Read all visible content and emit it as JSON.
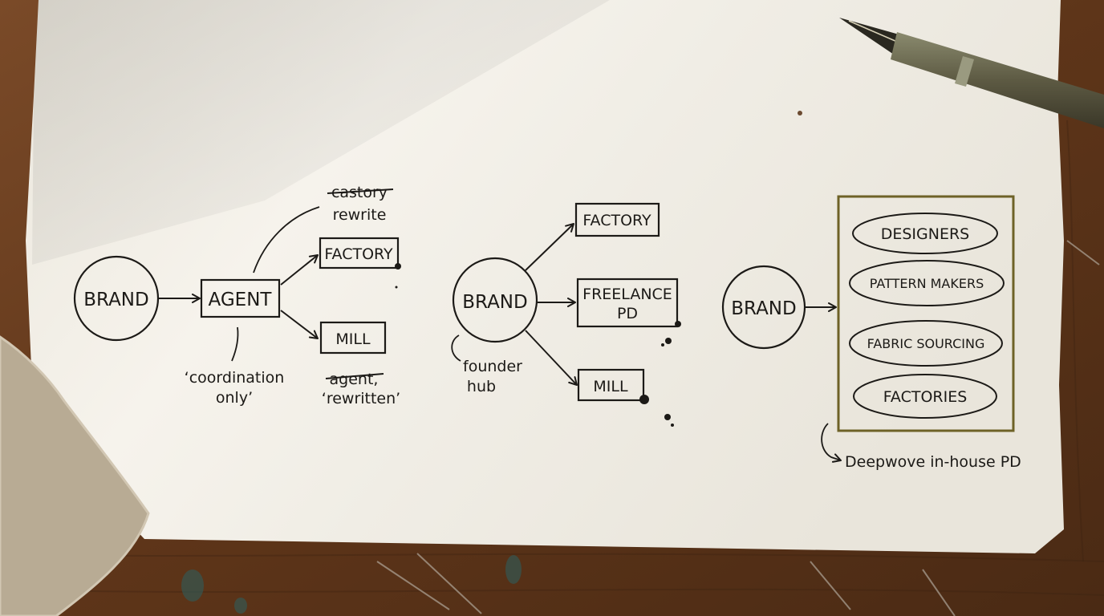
{
  "diagram_1": {
    "brand": "BRAND",
    "agent": "AGENT",
    "factory": "FACTORY",
    "mill": "MILL",
    "struck_note": "castory",
    "note_rewrite": "rewrite",
    "note_coordination_line1": "‘coordination",
    "note_coordination_line2": "only’",
    "struck_agent": "agent,",
    "note_rewritten": "‘rewritten’"
  },
  "diagram_2": {
    "brand": "BRAND",
    "factory": "FACTORY",
    "freelance_line1": "FREELANCE",
    "freelance_line2": "PD",
    "mill": "MILL",
    "note_line1": "founder",
    "note_line2": "hub"
  },
  "diagram_3": {
    "brand": "BRAND",
    "roles": [
      "DESIGNERS",
      "PATTERN MAKERS",
      "FABRIC SOURCING",
      "FACTORIES"
    ],
    "caption": "Deepwove in-house PD"
  },
  "colors": {
    "ink": "#1c1a17",
    "paper": "#f1eee6",
    "desk": "#6b3f22",
    "box_border": "#6e6227",
    "fabric": "#b8ab94"
  },
  "icons": {
    "pen": "fountain-pen-icon"
  }
}
